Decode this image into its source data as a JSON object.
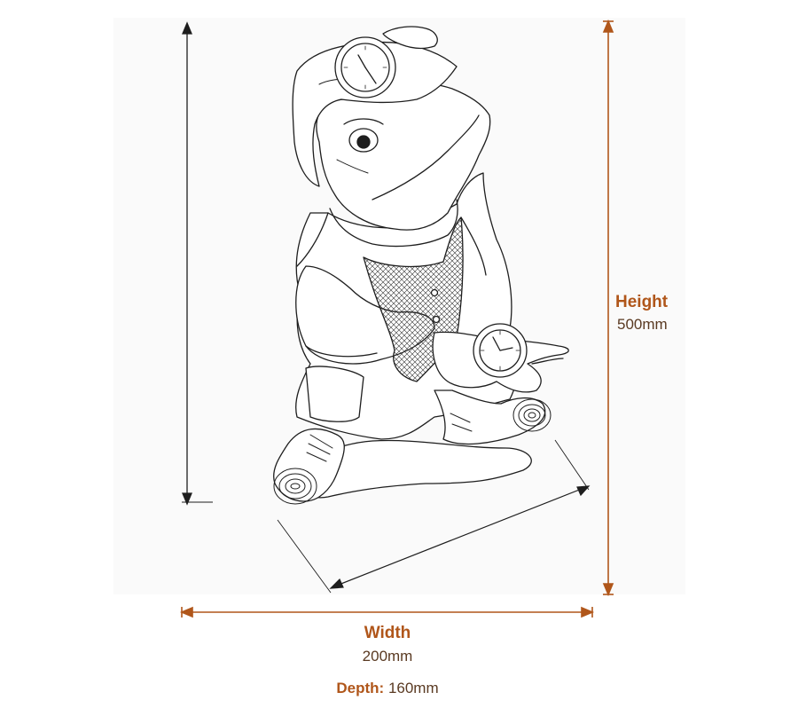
{
  "colors": {
    "accent": "#b0561a",
    "line": "#1e1e1e",
    "text": "#5a3a22"
  },
  "height": {
    "label": "Height",
    "value": "500mm"
  },
  "width": {
    "label": "Width",
    "value": "200mm"
  },
  "depth": {
    "label": "Depth:",
    "value": "160mm"
  }
}
